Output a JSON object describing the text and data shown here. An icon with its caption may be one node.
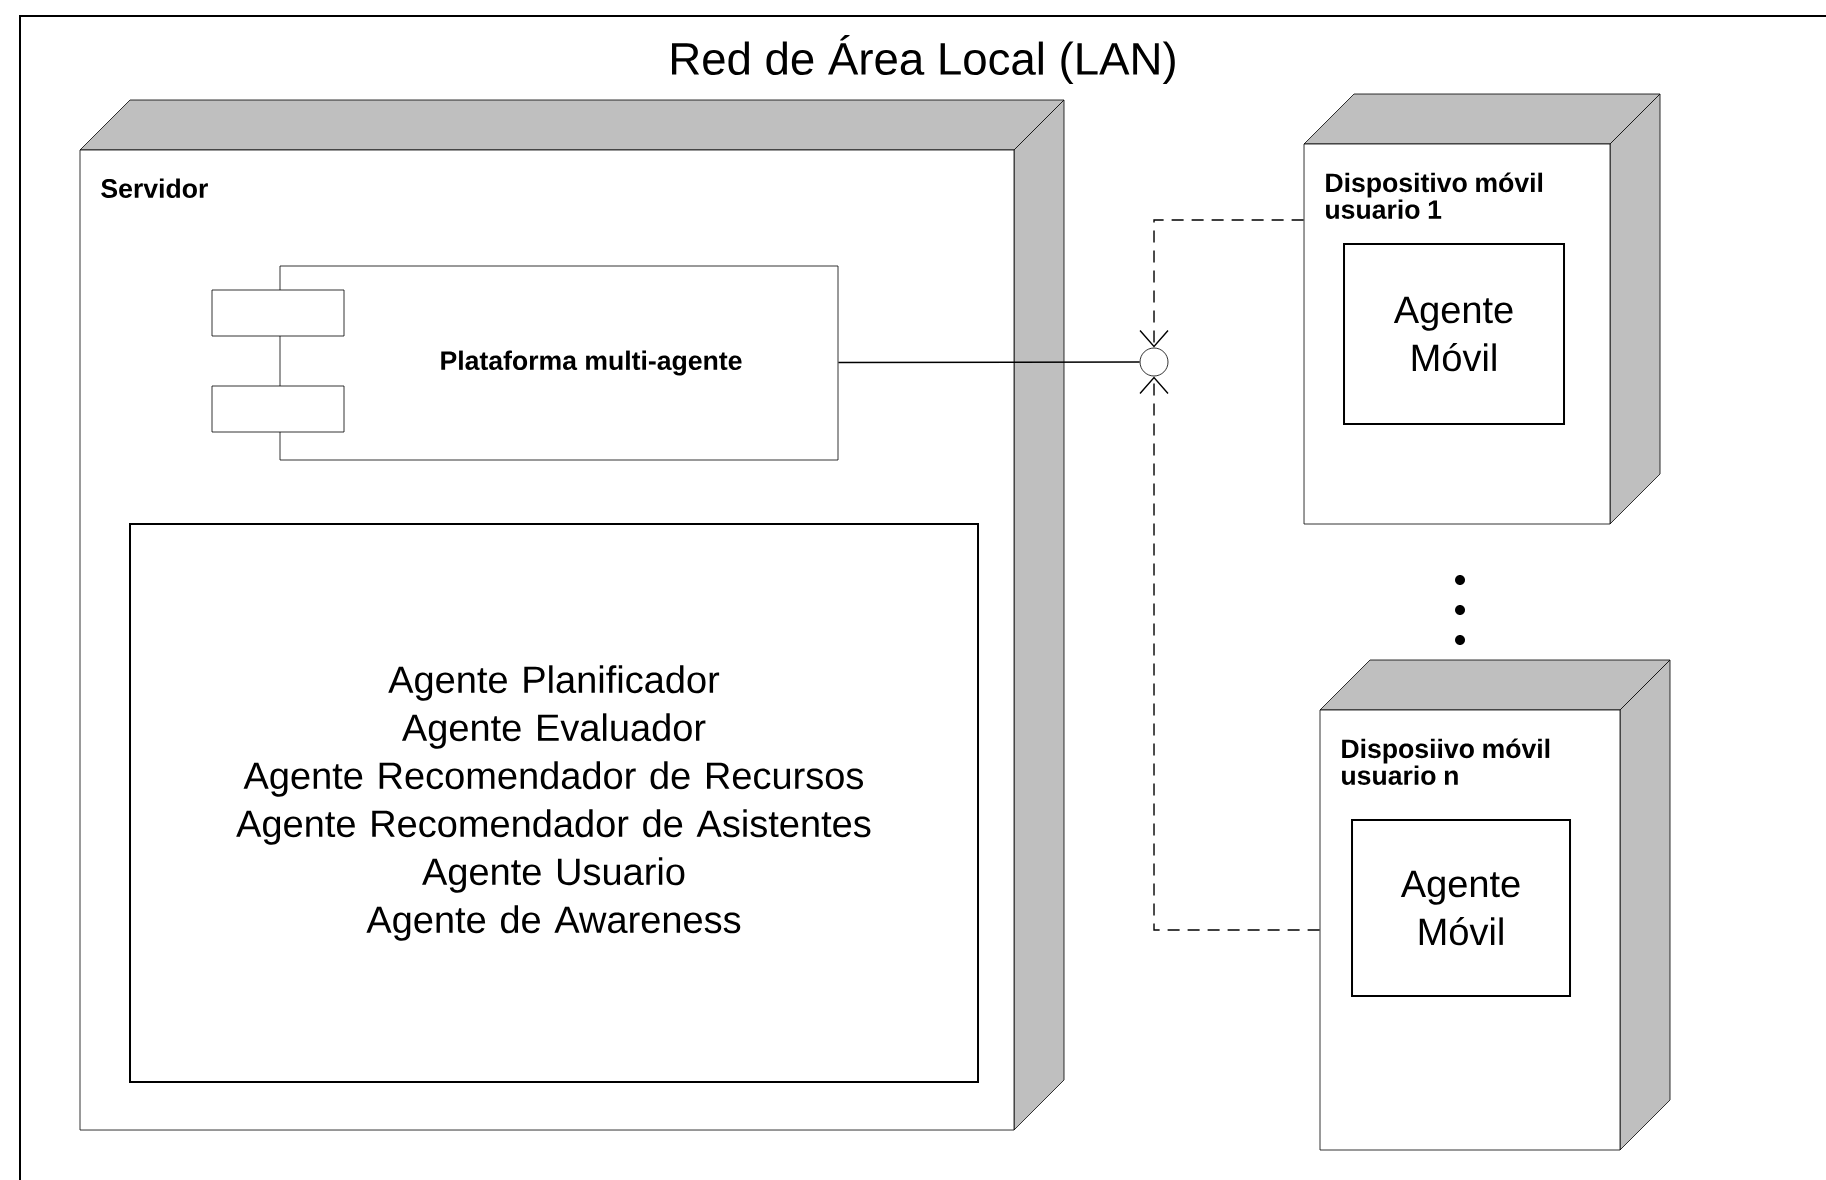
{
  "diagram": {
    "nodes": [
      {
        "text": [
          "Red de Área Local (LAN)"
        ]
      },
      {
        "text": [
          "Servidor"
        ],
        "in": 0
      },
      {
        "text": [
          "Plataforma multi-agente"
        ],
        "in": 1
      },
      {
        "text": [
          "Agente Planificador",
          "Agente Evaluador",
          "Agente Recomendador de Recursos",
          "Agente Recomendador de Asistentes",
          "Agente Usuario",
          "Agente de Awareness"
        ],
        "in": 1
      },
      {
        "text": [],
        "shape": "circle",
        "in": 0
      },
      {
        "text": [
          "Dispositivo móvil usuario 1"
        ],
        "in": 0
      },
      {
        "text": [
          "Agente Móvil"
        ],
        "in": 5
      },
      {
        "text": [
          "Disposiivo móvil usuario n"
        ],
        "in": 0
      },
      {
        "text": [
          "Agente Móvil"
        ],
        "in": 7
      }
    ],
    "edges": [
      {
        "from": 2,
        "to": 4,
        "arrow": "none"
      },
      {
        "from": 5,
        "to": 4,
        "arrow": "to",
        "style": "dashed"
      },
      {
        "from": 7,
        "to": 4,
        "arrow": "to",
        "style": "dashed"
      }
    ]
  }
}
